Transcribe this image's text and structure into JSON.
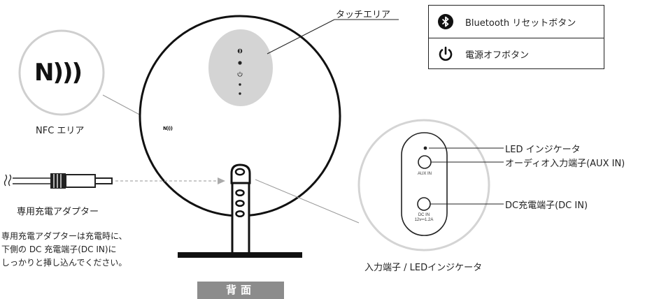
{
  "labels": {
    "touch_area": "タッチエリア",
    "nfc_area": "NFC エリア",
    "adapter": "専用充電アダプター",
    "led_indicator": "LED インジケータ",
    "aux_in_port": "オーディオ入力端子(AUX IN)",
    "dc_port": "DC充電端子(DC IN)",
    "input_ports": "入力端子 / LEDインジケータ",
    "back_tab": "背面"
  },
  "legend": {
    "bluetooth_reset": "Bluetooth リセットボタン",
    "power_off": "電源オフボタン"
  },
  "note_lines": [
    "専用充電アダプターは充電時に、",
    "下側の DC 充電端子(DC IN)に",
    "しっかりと挿し込んでください。"
  ],
  "port_panel": {
    "aux_label": "AUX IN",
    "dc_label": "DC IN",
    "dc_spec": "12v⎓1.2A"
  },
  "nfc_glyph": "N)))",
  "icons": [
    "bluetooth-icon",
    "power-icon",
    "nfc-icon"
  ],
  "colors": {
    "touch_area": "#d4d4d4",
    "back_tab": "#8c8c8c",
    "outline": "#222222"
  }
}
